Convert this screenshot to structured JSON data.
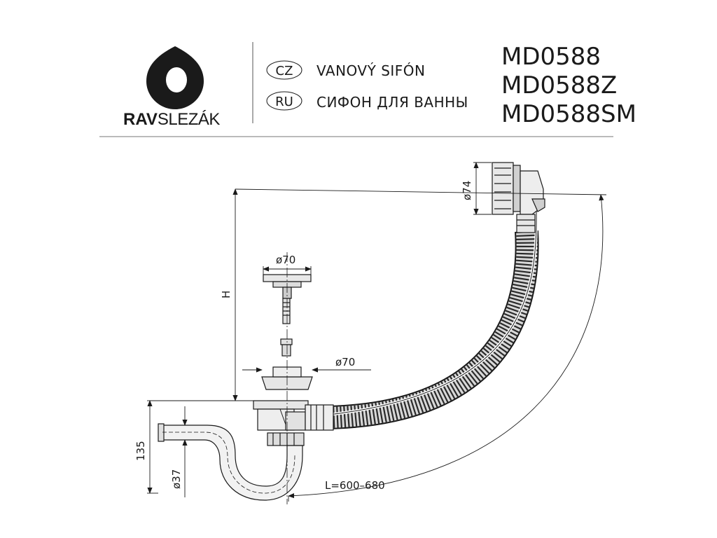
{
  "brand": {
    "name_part1": "RAV",
    "name_part2": "SLEZÁK"
  },
  "product": {
    "lines": [
      {
        "lang": "CZ",
        "text": "VANOVÝ SIFÓN"
      },
      {
        "lang": "RU",
        "text": "СИФОН ДЛЯ ВАННЫ"
      }
    ],
    "models": [
      "MD0588",
      "MD0588Z",
      "MD0588SM"
    ]
  },
  "dimensions": {
    "overflow_diameter": "ø74",
    "plug_diameter": "ø70",
    "drain_diameter": "ø70",
    "height_label": "H",
    "trap_height": "135",
    "outlet_diameter": "ø37",
    "length": "L=600–680"
  },
  "colors": {
    "line": "#1a1a1a",
    "fill_light": "#e6e6e6",
    "fill_mid": "#bdbdbd",
    "hatch": "#333333"
  }
}
